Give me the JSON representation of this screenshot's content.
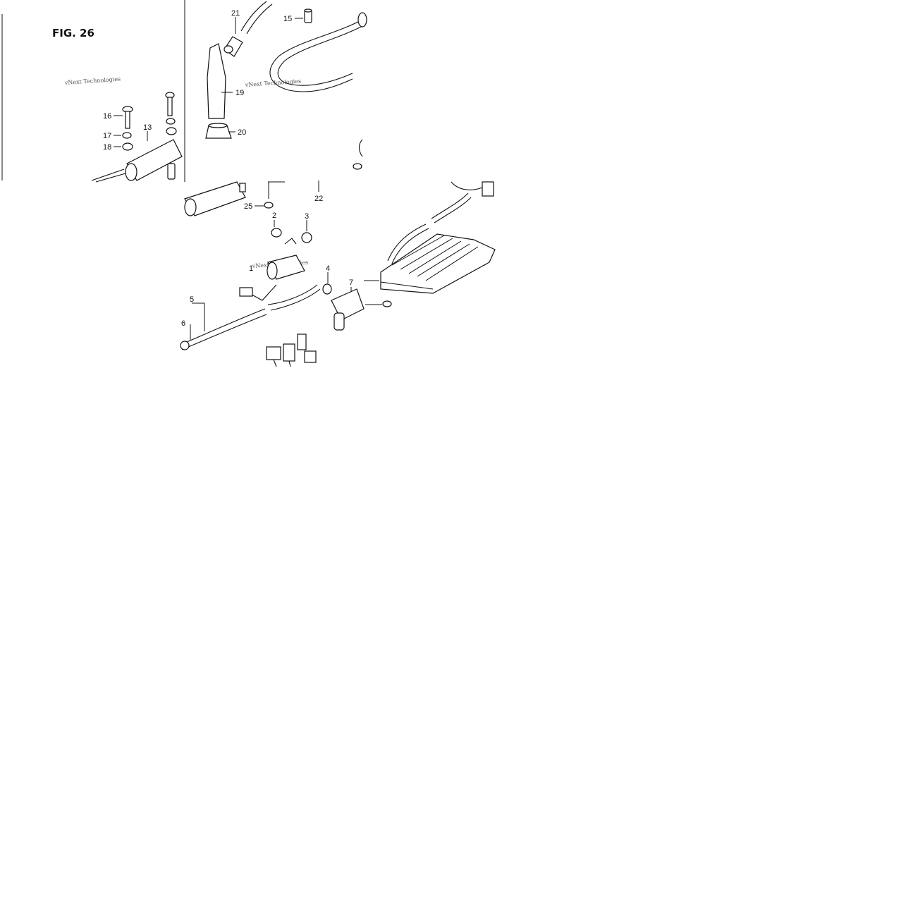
{
  "figure_title": "FIG. 26",
  "watermark_text": "vNext Technologies",
  "callouts": [
    "21",
    "15",
    "19",
    "20",
    "16",
    "13",
    "17",
    "18",
    "25",
    "22",
    "2",
    "3",
    "1",
    "4",
    "7",
    "5",
    "6"
  ],
  "colors": {
    "ink": "#111111",
    "background": "#ffffff"
  }
}
